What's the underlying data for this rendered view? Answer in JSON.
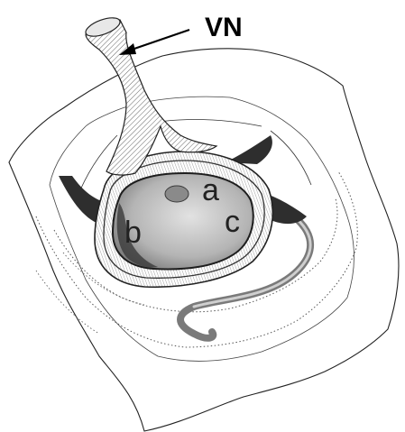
{
  "labels": {
    "vn": "VN",
    "a": "a",
    "b": "b",
    "c": "c"
  },
  "colors": {
    "background": "#ffffff",
    "outline": "#222222",
    "cavity_dark": "#3a3a3a",
    "cavity_mid": "#8a8a8a",
    "cavity_light": "#dcdcdc",
    "vessel_dark": "#2e2e2e",
    "vessel_light": "#bdbdbd",
    "arrow": "#000000"
  }
}
